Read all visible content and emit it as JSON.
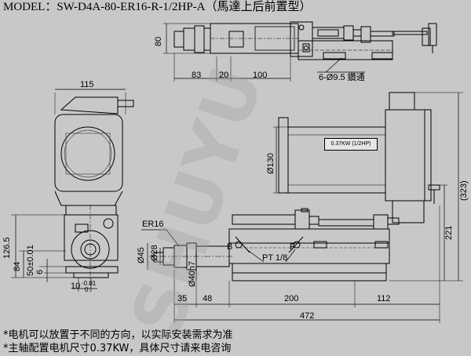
{
  "model": "MODEL：SW-D4A-80-ER16-R-1/2HP-A（馬達上后前置型）",
  "watermark": "SHUYU",
  "motor_plate": "0.37KW (1/2HP)",
  "labels": {
    "er16": "ER16",
    "hole_note": "6-Ø9.5 鑽通",
    "port_b": "B",
    "port_f": "F",
    "pt": "PT 1/8"
  },
  "dimensions": {
    "d80": "80",
    "d83": "83",
    "d20": "20",
    "d100": "100",
    "d115": "115",
    "d126_5": "126.5",
    "d84": "84",
    "d50": "50±0.01",
    "d6": "6",
    "d10": "10",
    "d10tol": "-0.01",
    "d10tol2": "0",
    "d130": "Ø130",
    "d45": "Ø45",
    "d28": "Ø28",
    "d40h7": "Ø40h7",
    "d35": "35",
    "d48": "48",
    "d200": "200",
    "d112": "112",
    "d472": "472",
    "d221": "221",
    "d323": "(323)"
  },
  "notes": [
    "*电机可以放置于不同的方向，以实际安装需求为准",
    "*主轴配置电机尺寸0.37KW，具体尺寸请来电咨询"
  ]
}
